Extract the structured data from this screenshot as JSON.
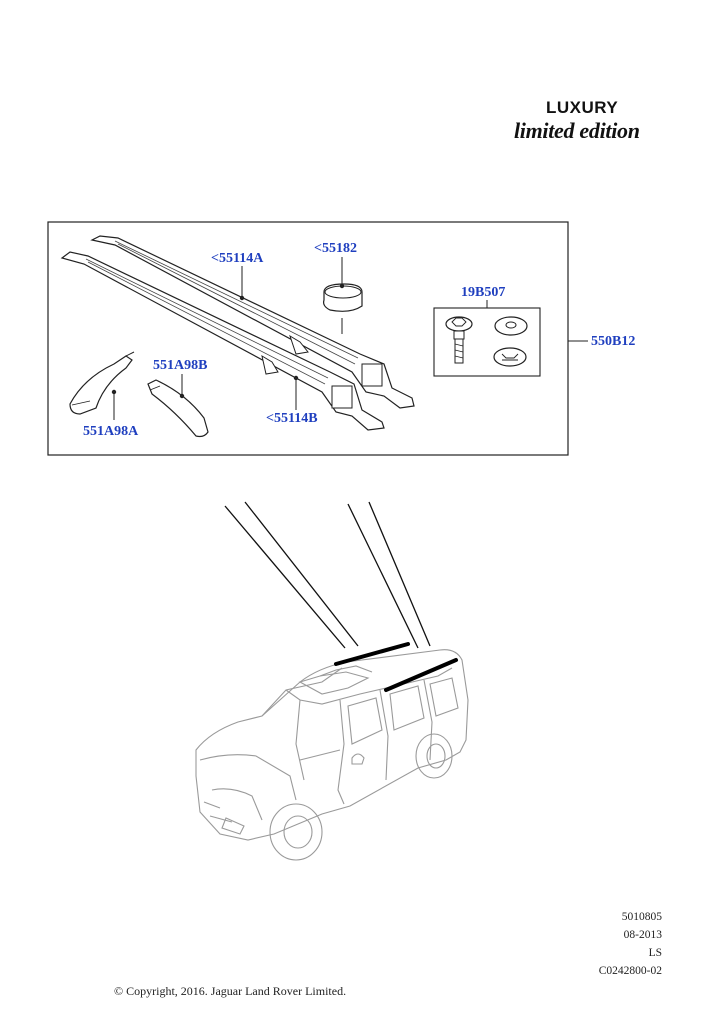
{
  "header": {
    "brand_line": "LUXURY",
    "edition_line": "limited edition"
  },
  "parts": {
    "rail_a": "<55114A",
    "end_cap": "<55182",
    "fixing_kit": "19B507",
    "kit_assembly": "550B12",
    "cover_b": "551A98B",
    "rail_b": "<55114B",
    "cover_a": "551A98A"
  },
  "footer": {
    "ref_number": "5010805",
    "date": "08-2013",
    "initials": "LS",
    "drawing_code": "C0242800-02",
    "copyright": "© Copyright, 2016. Jaguar Land Rover Limited."
  },
  "colors": {
    "callout_text": "#1f3fbf",
    "line": "#111111",
    "vehicle_outline": "#9a9a9a",
    "rail_highlight": "#000000"
  },
  "icons": [
    "roof-rail-icon",
    "end-cap-icon",
    "bolt-icon",
    "washer-icon",
    "clip-icon",
    "rail-cover-icon",
    "vehicle-icon"
  ]
}
